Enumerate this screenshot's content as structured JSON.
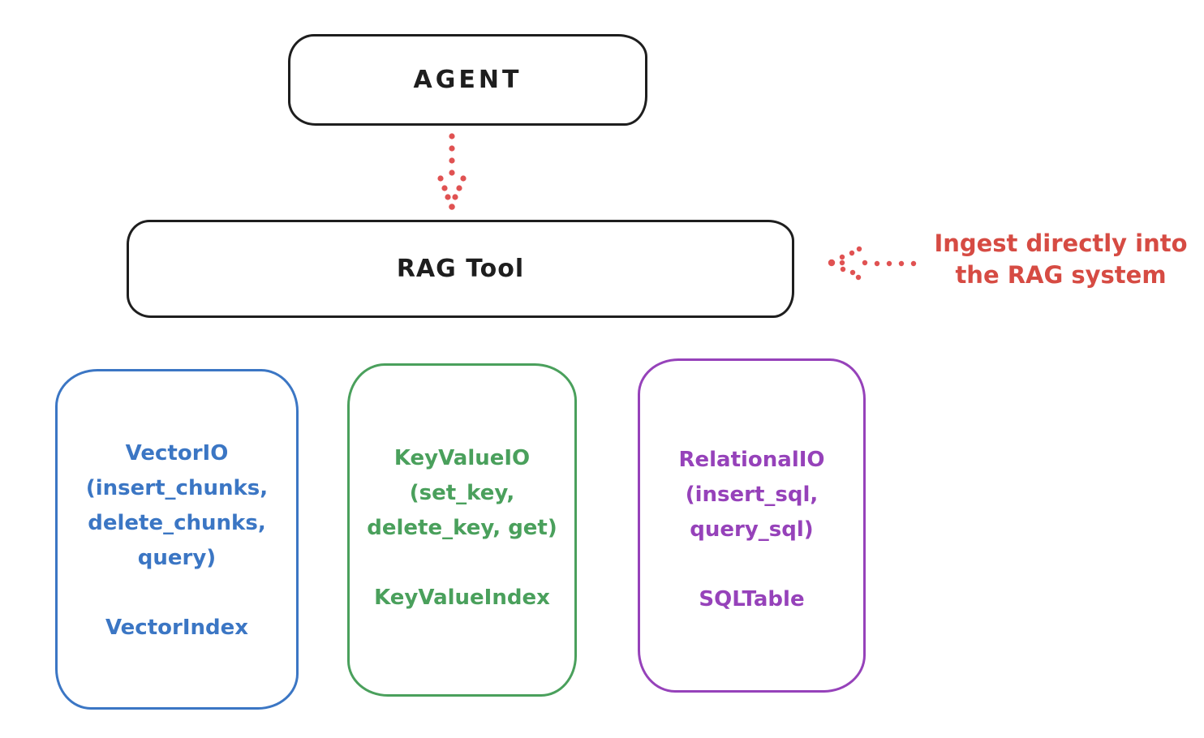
{
  "diagram": {
    "nodes": {
      "agent": {
        "label": "AGENT"
      },
      "rag_tool": {
        "label": "RAG Tool"
      }
    },
    "annotation": {
      "line1": "Ingest directly into",
      "line2": "the RAG system"
    },
    "io_boxes": [
      {
        "name": "vector-io",
        "color": "#3b76c4",
        "lines": [
          "VectorIO",
          "(insert_chunks,",
          "delete_chunks,",
          "query)"
        ],
        "footer": "VectorIndex"
      },
      {
        "name": "keyvalue-io",
        "color": "#4aa05c",
        "lines": [
          "KeyValueIO",
          "(set_key,",
          "delete_key, get)"
        ],
        "footer": "KeyValueIndex"
      },
      {
        "name": "relational-io",
        "color": "#9642ba",
        "lines": [
          "RelationalIO",
          "(insert_sql,",
          "query_sql)"
        ],
        "footer": "SQLTable"
      }
    ],
    "colors": {
      "node_stroke": "#1e1e1e",
      "arrow_red": "#d64b43",
      "background": "#ffffff"
    }
  }
}
